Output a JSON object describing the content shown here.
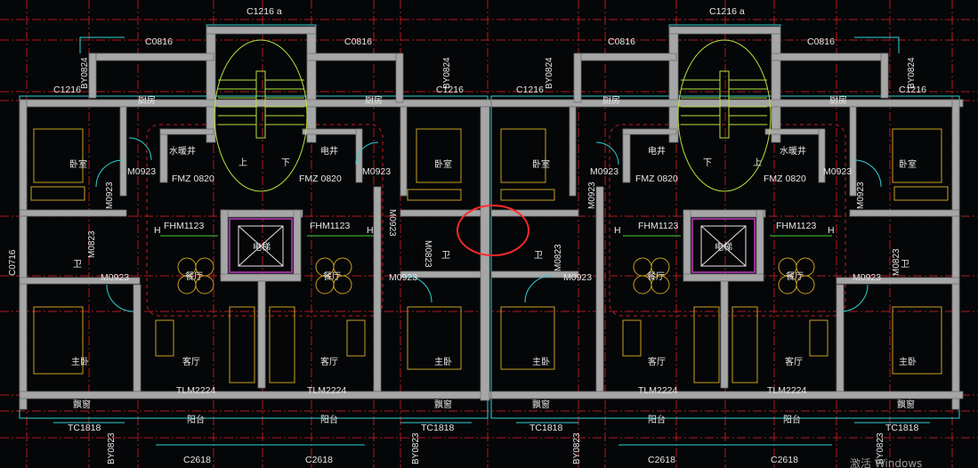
{
  "window": {
    "canvas_background": "#050608"
  },
  "colors": {
    "wall": "#8e8e8e",
    "wall_fill": "#b0b0b0",
    "thin_line": "#2fd3d3",
    "axis_red": "#c81e1e",
    "furniture": "#c8a020",
    "stair": "#b7e33a",
    "elevator_frame": "#c23cc2",
    "green_line": "#3ad43a",
    "highlight_circle": "#ff2a2a",
    "text": "#e6e6e6"
  },
  "labels": {
    "window_top": "C1216 a",
    "win_c0816": "C0816",
    "win_c1216": "C1216",
    "win_by0824": "BY0824",
    "kitchen": "厨房",
    "bedroom": "卧室",
    "water_shaft": "水暖井",
    "electric_shaft": "电井",
    "up": "上",
    "down": "下",
    "door_m0923": "M0923",
    "door_fmc": "FMZ 0820",
    "fire_door": "FHM1123",
    "axis_h": "H",
    "elevator": "电梯",
    "dining": "餐厅",
    "toilet": "卫",
    "door_m0823": "M0823",
    "win_c0716": "C0716",
    "master_bedroom": "主卧",
    "living": "客厅",
    "door_tlm": "TLM2224",
    "bay_window": "飘窗",
    "balcony": "阳台",
    "win_tc1818": "TC1818",
    "win_by0823": "BY0823",
    "win_c2618": "C2618"
  },
  "watermark": {
    "line1": "激活 Windows",
    "line2": ""
  },
  "annotation": {
    "type": "circle",
    "label": "highlight"
  }
}
